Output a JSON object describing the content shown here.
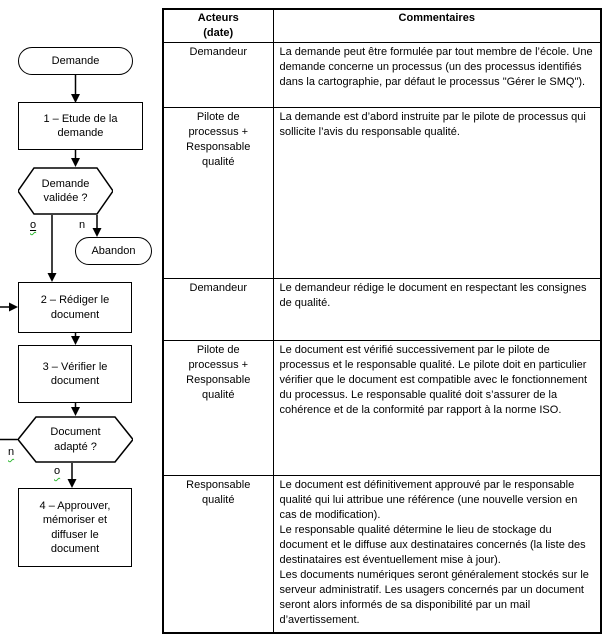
{
  "flowchart": {
    "nodes": [
      {
        "id": "demande",
        "type": "terminator",
        "label": "Demande"
      },
      {
        "id": "etude",
        "type": "process",
        "label": "1 – Etude de la\ndemande"
      },
      {
        "id": "demande-validee",
        "type": "decision",
        "label": "Demande\nvalidée ?"
      },
      {
        "id": "abandon",
        "type": "terminator",
        "label": "Abandon"
      },
      {
        "id": "rediger",
        "type": "process",
        "label": "2 – Rédiger le\ndocument"
      },
      {
        "id": "verifier",
        "type": "process",
        "label": "3 – Vérifier le\ndocument"
      },
      {
        "id": "document-adapte",
        "type": "decision",
        "label": "Document\nadapté ?"
      },
      {
        "id": "approuver",
        "type": "process",
        "label": "4 – Approuver,\nmémoriser et\ndiffuser le\ndocument"
      }
    ],
    "branch_labels": {
      "validee_oui": "o",
      "validee_non": "n",
      "adapte_non": "n",
      "adapte_oui": "o"
    }
  },
  "table": {
    "headers": {
      "actors": "Acteurs\n(date)",
      "comments": "Commentaires"
    },
    "rows": [
      {
        "actor": "Demandeur",
        "comment": "La demande peut être formulée par tout membre de l’école. Une demande concerne un processus (un des processus identifiés dans la cartographie, par défaut le processus \"Gérer le SMQ\")."
      },
      {
        "actor": "Pilote de\nprocessus +\nResponsable\nqualité",
        "comment": "La demande est d’abord instruite par le pilote de processus qui sollicite l’avis du responsable qualité."
      },
      {
        "actor": "Demandeur",
        "comment": "Le demandeur rédige le document en respectant les consignes de qualité."
      },
      {
        "actor": "Pilote de\nprocessus +\nResponsable\nqualité",
        "comment": "Le document est vérifié successivement par le pilote de processus et le responsable qualité. Le pilote doit en particulier vérifier que le document est compatible avec le fonctionnement du processus.  Le responsable qualité doit s’assurer de la cohérence et de la conformité par rapport à la norme ISO."
      },
      {
        "actor": "Responsable\nqualité",
        "comment": "Le document est définitivement approuvé par le responsable qualité qui lui attribue une référence (une nouvelle version en cas de modification).\nLe responsable qualité détermine le lieu de stockage du document et le diffuse aux destinataires concernés (la liste des destinataires est éventuellement mise à jour).\nLes documents numériques seront généralement stockés sur le serveur administratif. Les usagers concernés par un document seront alors informés de sa disponibilité par un mail d’avertissement."
      }
    ]
  },
  "colors": {
    "line": "#000000",
    "squiggle": "#2fb832",
    "background": "#ffffff"
  }
}
